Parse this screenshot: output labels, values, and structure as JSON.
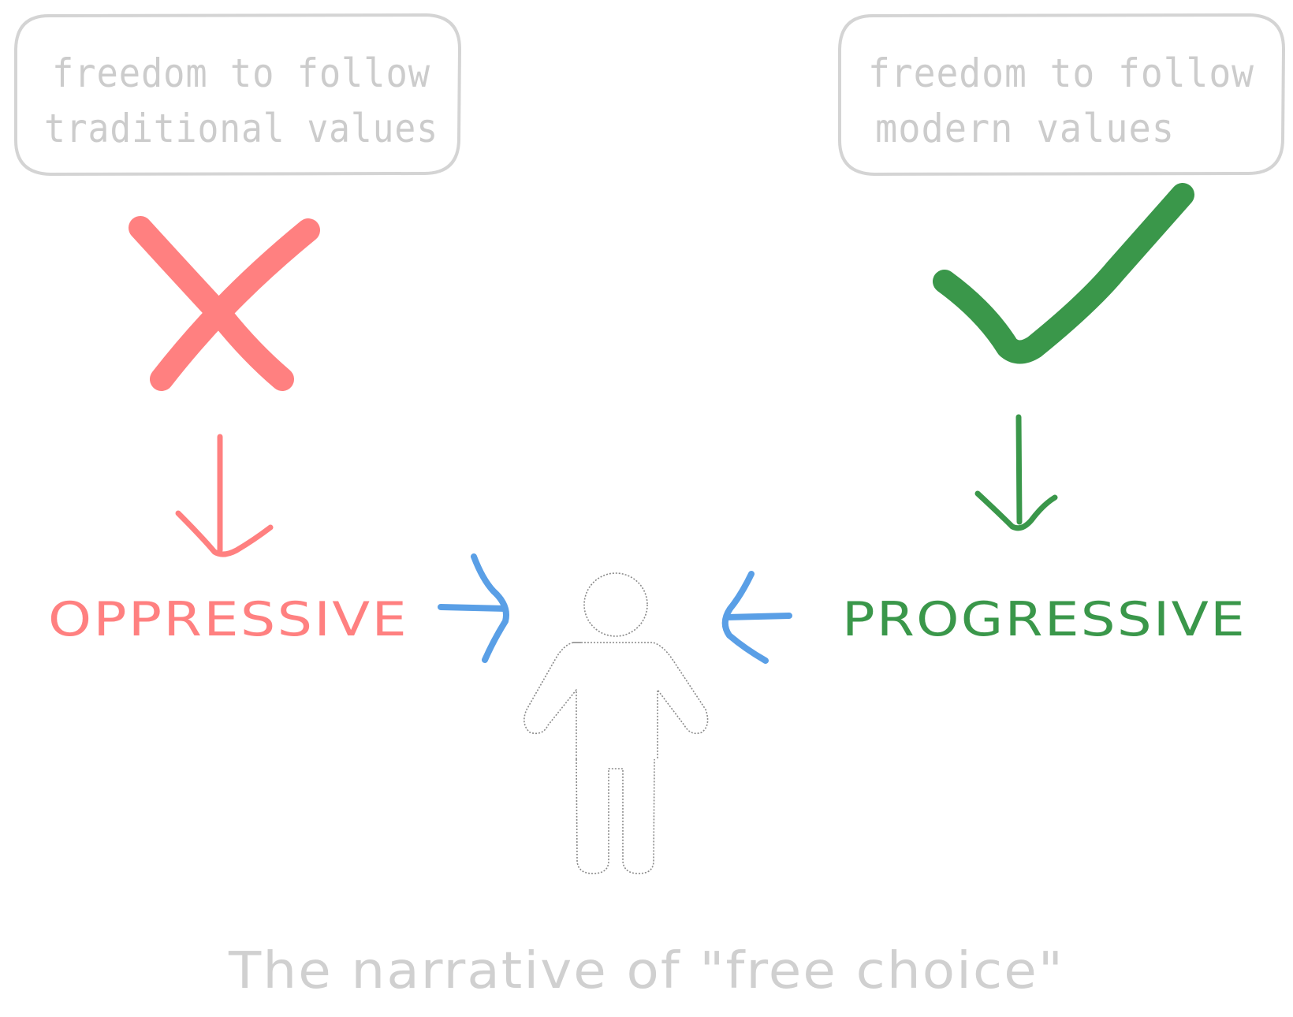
{
  "left_box": {
    "line1": "freedom to follow",
    "line2": "traditional values"
  },
  "right_box": {
    "line1": "freedom to follow",
    "line2": "modern values"
  },
  "left_label": "OPPRESSIVE",
  "right_label": "PROGRESSIVE",
  "caption": "The narrative of \"free choice\"",
  "icons": {
    "left_mark": "cross-icon",
    "right_mark": "checkmark-icon",
    "center": "person-icon"
  },
  "colors": {
    "red": "#ff8080",
    "green": "#3a974a",
    "blue": "#5a9fe6",
    "gray": "#cccccc"
  }
}
